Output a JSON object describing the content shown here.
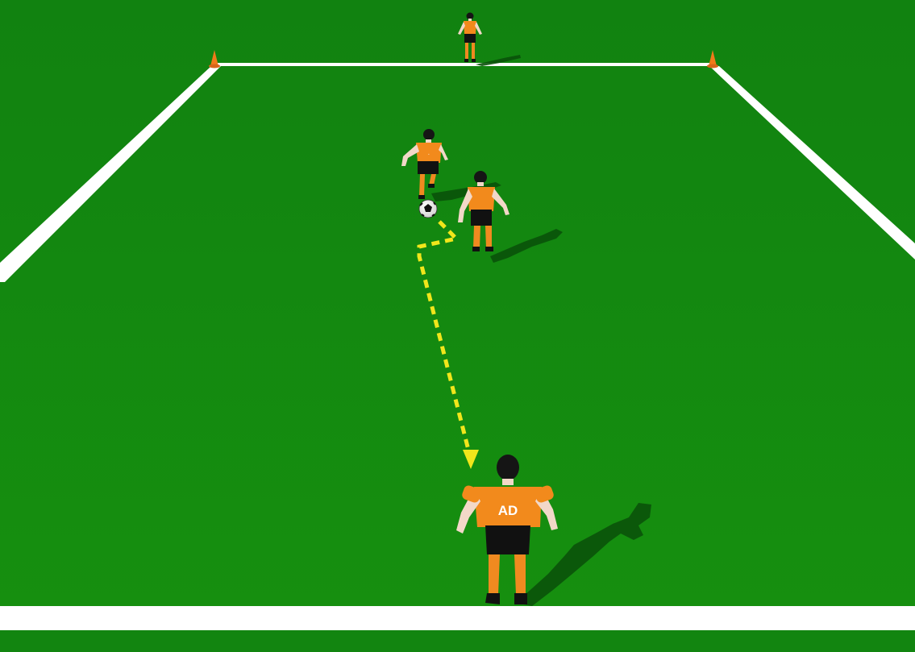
{
  "diagram": {
    "type": "soccer-drill-illustration",
    "colors": {
      "pitch": "#138611",
      "pitch_dark": "#0f7a0e",
      "lines": "#ffffff",
      "cone": "#f07a1a",
      "jersey": "#f28a1c",
      "shorts": "#111111",
      "socks": "#f08a20",
      "skin": "#f2d8c8",
      "hair": "#151515",
      "shadow": "#0a4f0a",
      "pass_path": "#f1e61b",
      "ball_primary": "#ffffff",
      "ball_secondary": "#111111"
    },
    "players": [
      {
        "role": "far-target-player",
        "jersey_number": ""
      },
      {
        "role": "dribbling-player",
        "jersey_number": ""
      },
      {
        "role": "defending-player",
        "jersey_number": ""
      },
      {
        "role": "receiving-player",
        "jersey_number": "AD"
      }
    ],
    "cones": [
      {
        "role": "left-corner-cone"
      },
      {
        "role": "right-corner-cone"
      }
    ],
    "pass_path": {
      "style": "dashed",
      "arrowhead": "arrow-down-icon"
    }
  }
}
